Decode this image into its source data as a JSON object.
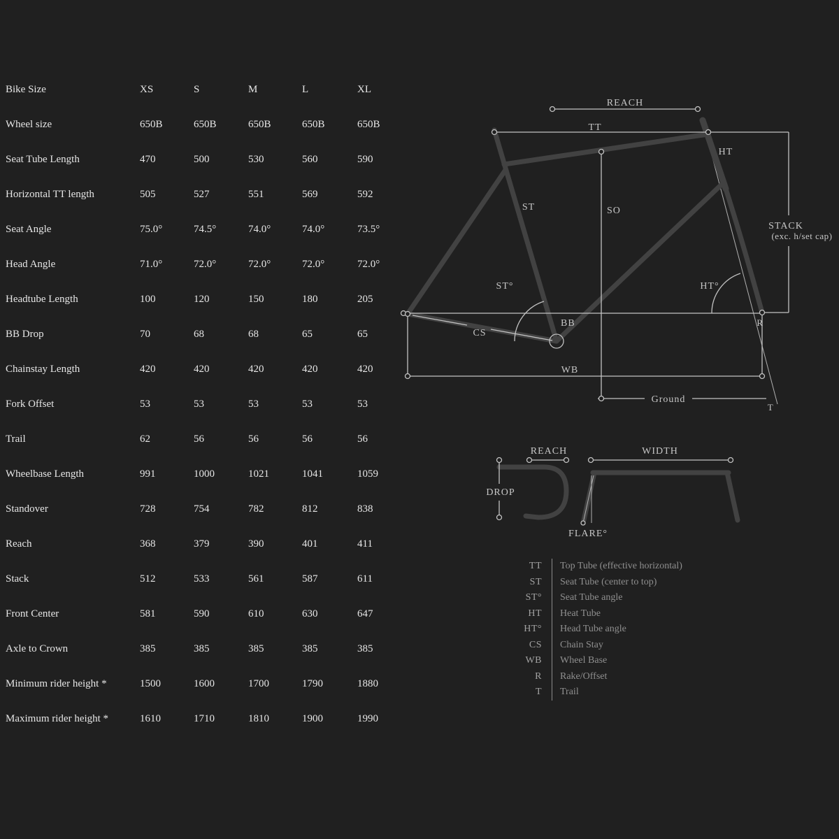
{
  "colors": {
    "background": "#202020",
    "table_text": "#e6e6e6",
    "frame_gray": "#424242",
    "annotation_gray": "#c2c2c2",
    "legend_gray": "#8f8f8f"
  },
  "table": {
    "header_label": "Bike Size",
    "sizes": [
      "XS",
      "S",
      "M",
      "L",
      "XL"
    ],
    "rows": [
      {
        "label": "Wheel size",
        "values": [
          "650B",
          "650B",
          "650B",
          "650B",
          "650B"
        ]
      },
      {
        "label": "Seat Tube Length",
        "values": [
          "470",
          "500",
          "530",
          "560",
          "590"
        ]
      },
      {
        "label": "Horizontal TT length",
        "values": [
          "505",
          "527",
          "551",
          "569",
          "592"
        ]
      },
      {
        "label": "Seat Angle",
        "values": [
          "75.0°",
          "74.5°",
          "74.0°",
          "74.0°",
          "73.5°"
        ]
      },
      {
        "label": "Head Angle",
        "values": [
          "71.0°",
          "72.0°",
          "72.0°",
          "72.0°",
          "72.0°"
        ]
      },
      {
        "label": "Headtube Length",
        "values": [
          "100",
          "120",
          "150",
          "180",
          "205"
        ]
      },
      {
        "label": "BB Drop",
        "values": [
          "70",
          "68",
          "68",
          "65",
          "65"
        ]
      },
      {
        "label": "Chainstay Length",
        "values": [
          "420",
          "420",
          "420",
          "420",
          "420"
        ]
      },
      {
        "label": "Fork Offset",
        "values": [
          "53",
          "53",
          "53",
          "53",
          "53"
        ]
      },
      {
        "label": "Trail",
        "values": [
          "62",
          "56",
          "56",
          "56",
          "56"
        ]
      },
      {
        "label": "Wheelbase Length",
        "values": [
          "991",
          "1000",
          "1021",
          "1041",
          "1059"
        ]
      },
      {
        "label": "Standover",
        "values": [
          "728",
          "754",
          "782",
          "812",
          "838"
        ]
      },
      {
        "label": "Reach",
        "values": [
          "368",
          "379",
          "390",
          "401",
          "411"
        ]
      },
      {
        "label": "Stack",
        "values": [
          "512",
          "533",
          "561",
          "587",
          "611"
        ]
      },
      {
        "label": "Front Center",
        "values": [
          "581",
          "590",
          "610",
          "630",
          "647"
        ]
      },
      {
        "label": "Axle to Crown",
        "values": [
          "385",
          "385",
          "385",
          "385",
          "385"
        ]
      },
      {
        "label": "Minimum rider height *",
        "values": [
          "1500",
          "1600",
          "1700",
          "1790",
          "1880"
        ]
      },
      {
        "label": "Maximum rider height *",
        "values": [
          "1610",
          "1710",
          "1810",
          "1900",
          "1990"
        ]
      }
    ]
  },
  "frame_diagram": {
    "reach": "REACH",
    "tt": "TT",
    "ht": "HT",
    "st": "ST",
    "so": "SO",
    "stack_line1": "STACK",
    "stack_line2": "(exc. h/set cap)",
    "st_angle": "ST°",
    "ht_angle": "HT°",
    "cs": "CS",
    "bb": "BB",
    "wb": "WB",
    "ground": "Ground",
    "t": "T",
    "r": "R"
  },
  "handlebar_diagram": {
    "reach": "REACH",
    "width": "WIDTH",
    "drop": "DROP",
    "flare": "FLARE°"
  },
  "legend": [
    {
      "abbr": "TT",
      "desc": "Top Tube (effective horizontal)"
    },
    {
      "abbr": "ST",
      "desc": "Seat Tube (center to top)"
    },
    {
      "abbr": "ST°",
      "desc": "Seat Tube angle"
    },
    {
      "abbr": "HT",
      "desc": "Heat Tube"
    },
    {
      "abbr": "HT°",
      "desc": "Head Tube angle"
    },
    {
      "abbr": "CS",
      "desc": "Chain Stay"
    },
    {
      "abbr": "WB",
      "desc": "Wheel Base"
    },
    {
      "abbr": "R",
      "desc": "Rake/Offset"
    },
    {
      "abbr": "T",
      "desc": "Trail"
    }
  ]
}
